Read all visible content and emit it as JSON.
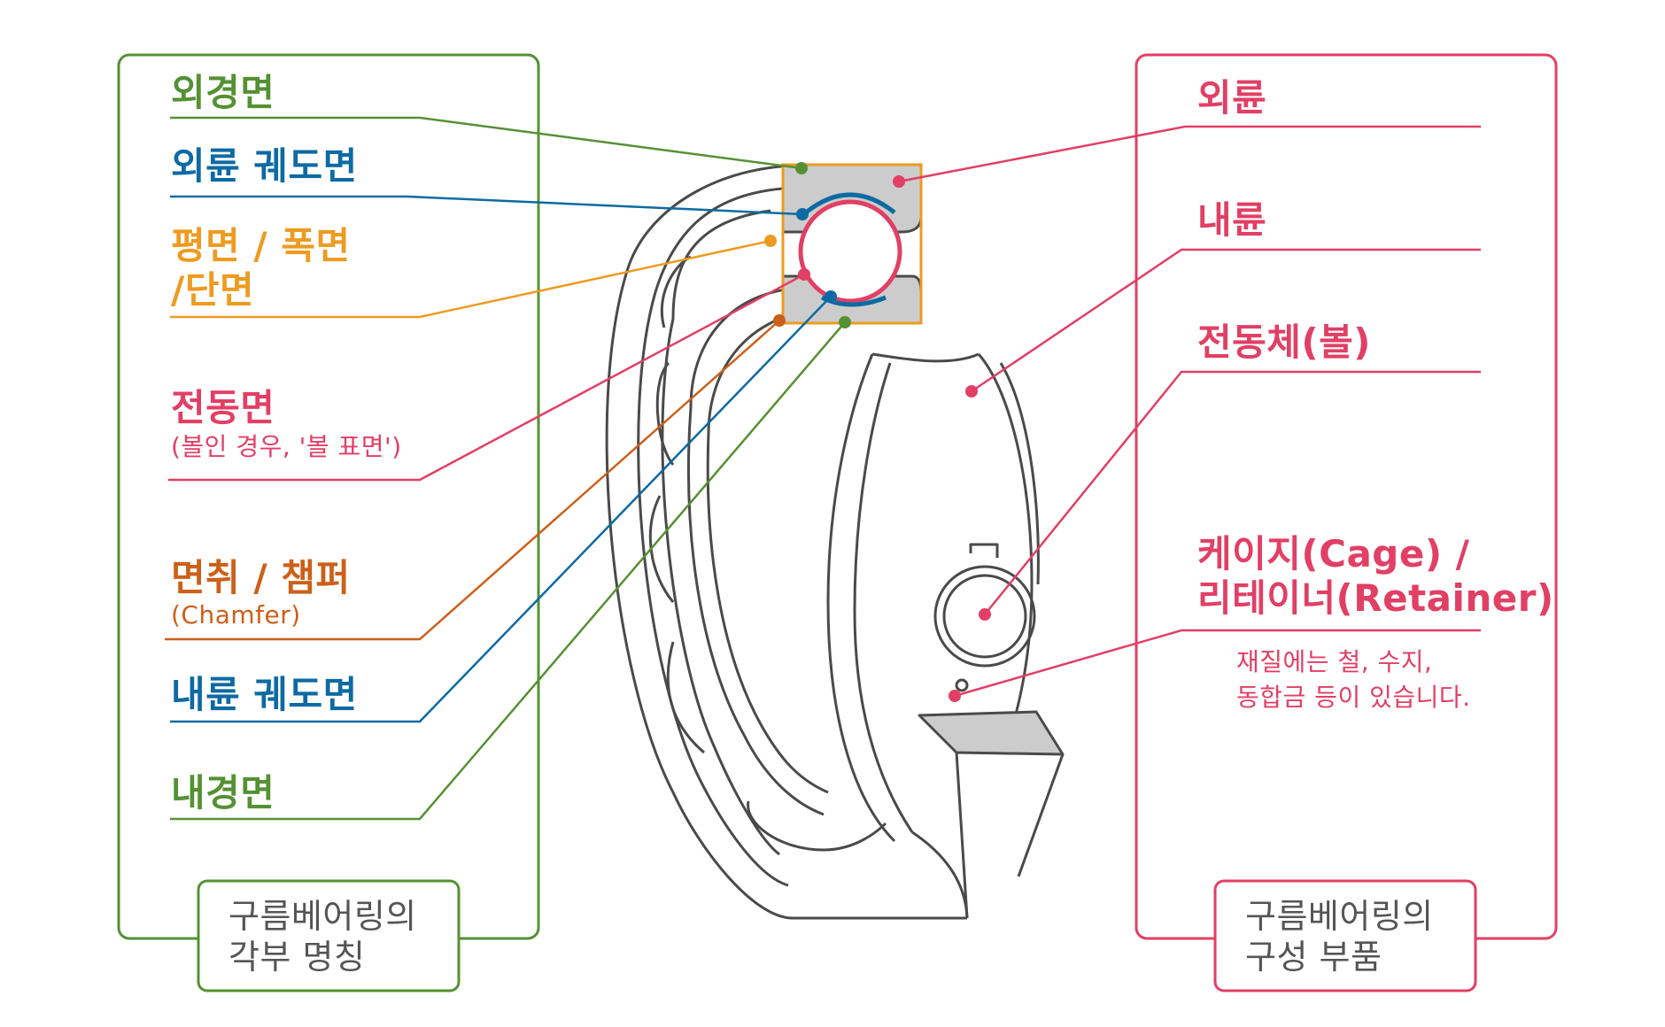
{
  "colors": {
    "green": "#559133",
    "blue": "#0d6aa3",
    "orange": "#ee9b21",
    "pink": "#e23f65",
    "brown": "#cc6019",
    "gray": "#cccccc",
    "line": "#4a4a4a"
  },
  "left_panel": {
    "title_line1": "구름베어링의",
    "title_line2": "각부 명칭",
    "labels": {
      "outer_diameter": "외경면",
      "outer_raceway": "외륜 궤도면",
      "face_line1": "평면 / 폭면",
      "face_line2": "/단면",
      "rolling_surface": "전동면",
      "rolling_surface_note": "(볼인 경우, '볼 표면')",
      "chamfer": "면취 / 챔퍼",
      "chamfer_en": "(Chamfer)",
      "inner_raceway": "내륜 궤도면",
      "inner_diameter": "내경면"
    }
  },
  "right_panel": {
    "title_line1": "구름베어링의",
    "title_line2": "구성 부품",
    "labels": {
      "outer_ring": "외륜",
      "inner_ring": "내륜",
      "rolling_element": "전동체(볼)",
      "cage_line1": "케이지(Cage) /",
      "cage_line2": "리테이너(Retainer)",
      "cage_note_line1": "재질에는 철, 수지,",
      "cage_note_line2": "동합금 등이 있습니다."
    }
  }
}
